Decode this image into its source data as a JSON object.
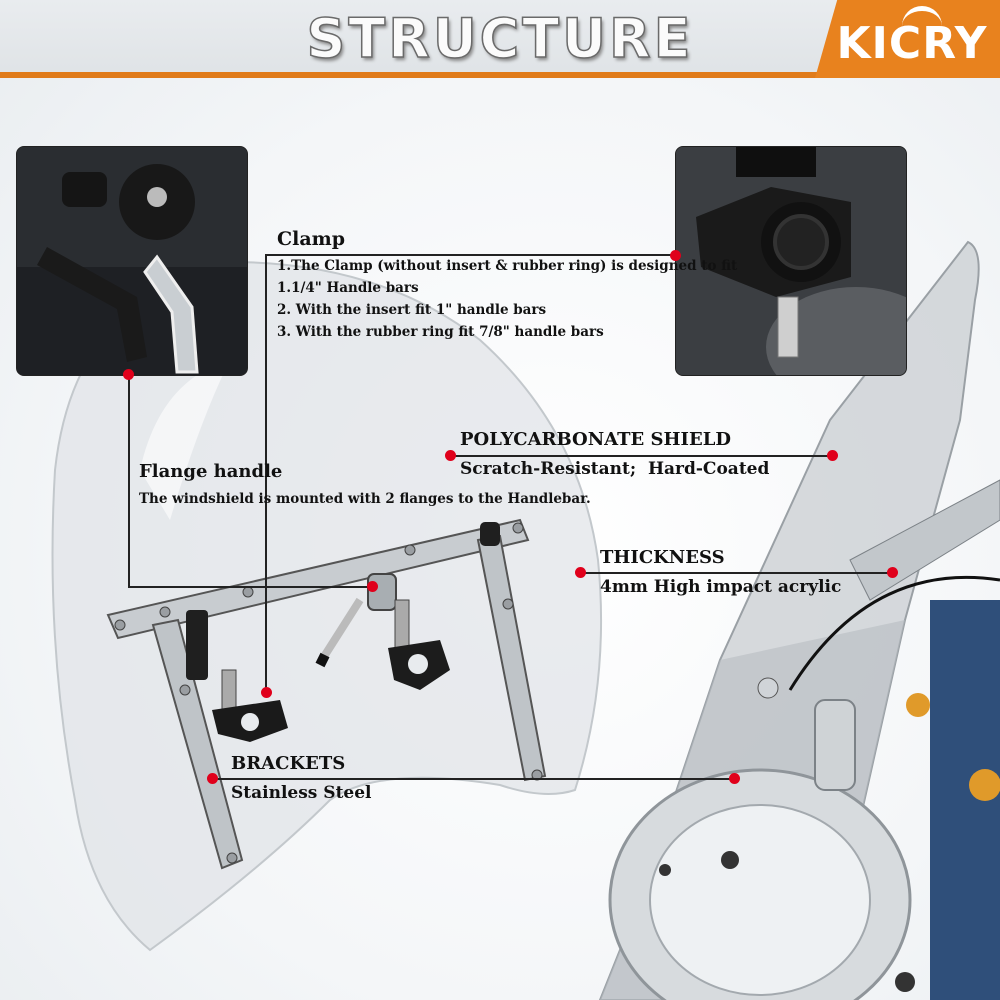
{
  "header": {
    "title": "STRUCTURE",
    "logo": "KICRY"
  },
  "clamp": {
    "heading": "Clamp",
    "lines": [
      "1.The Clamp (without insert & rubber ring) is designed to fit",
      "1.1/4\" Handle bars",
      "2. With the insert fit 1\" handle bars",
      "3. With the rubber ring fit 7/8\" handle bars"
    ]
  },
  "shield": {
    "heading": "POLYCARBONATE SHIELD",
    "detail": "Scratch-Resistant;  Hard-Coated"
  },
  "flange": {
    "heading": "Flange handle",
    "detail": "The windshield is mounted with 2 flanges to the Handlebar."
  },
  "thickness": {
    "heading": "THICKNESS",
    "detail": "4mm High impact acrylic"
  },
  "brackets": {
    "heading": "BRACKETS",
    "detail": "Stainless Steel"
  },
  "colors": {
    "accent": "#e8821e",
    "marker": "#e0001b"
  }
}
